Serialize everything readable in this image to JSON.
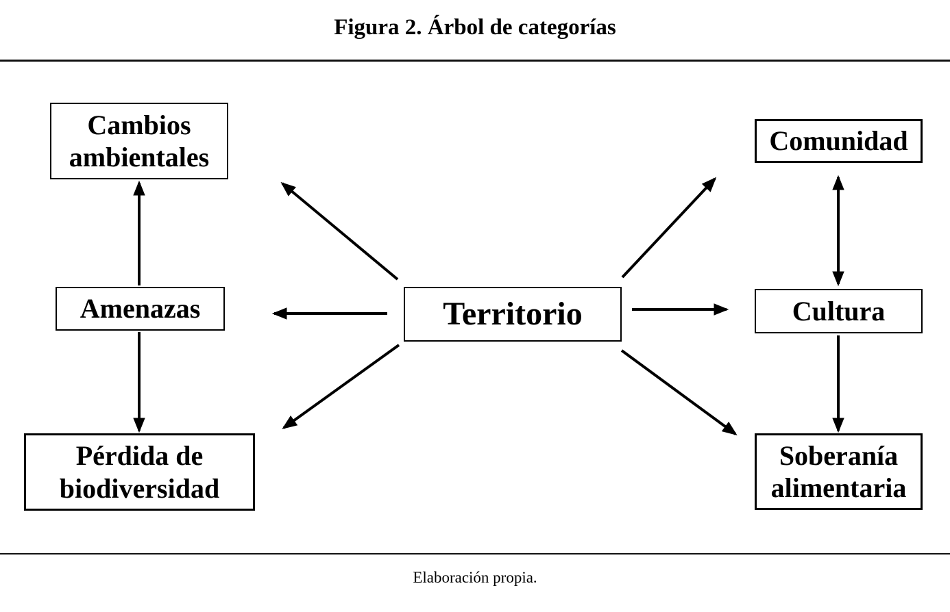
{
  "figure": {
    "title": "Figura 2. Árbol de categorías",
    "caption": "Elaboración propia."
  },
  "nodes": {
    "territorio": {
      "label": "Territorio"
    },
    "cambios": {
      "label": "Cambios ambientales"
    },
    "amenazas": {
      "label": "Amenazas"
    },
    "perdida": {
      "label": "Pérdida de biodiversidad"
    },
    "comunidad": {
      "label": "Comunidad"
    },
    "cultura": {
      "label": "Cultura"
    },
    "soberania": {
      "label": "Soberanía alimentaria"
    }
  },
  "edges": [
    {
      "from": "Territorio",
      "to": "Cambios ambientales",
      "direction": "one-way"
    },
    {
      "from": "Territorio",
      "to": "Amenazas",
      "direction": "one-way"
    },
    {
      "from": "Territorio",
      "to": "Pérdida de biodiversidad",
      "direction": "one-way"
    },
    {
      "from": "Territorio",
      "to": "Comunidad",
      "direction": "one-way"
    },
    {
      "from": "Territorio",
      "to": "Cultura",
      "direction": "one-way"
    },
    {
      "from": "Territorio",
      "to": "Soberanía alimentaria",
      "direction": "one-way"
    },
    {
      "from": "Amenazas",
      "to": "Cambios ambientales",
      "direction": "one-way"
    },
    {
      "from": "Amenazas",
      "to": "Pérdida de biodiversidad",
      "direction": "one-way"
    },
    {
      "from": "Comunidad",
      "to": "Cultura",
      "direction": "two-way"
    },
    {
      "from": "Cultura",
      "to": "Soberanía alimentaria",
      "direction": "one-way"
    }
  ],
  "colors": {
    "ink": "#000000",
    "background": "#ffffff"
  }
}
